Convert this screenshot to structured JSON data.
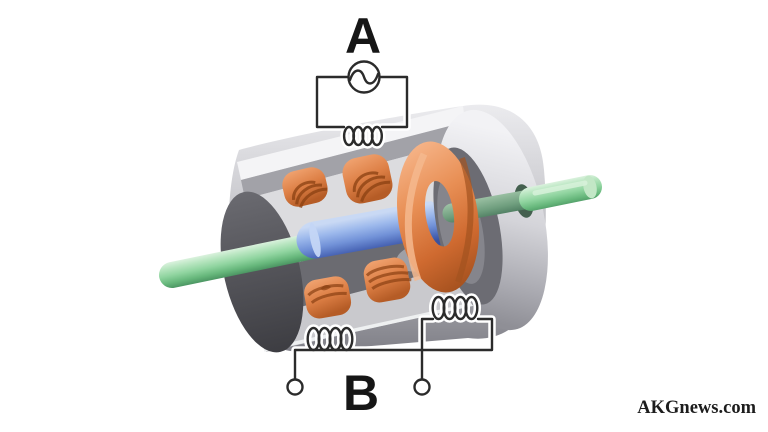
{
  "labels": {
    "excitation": "A",
    "output": "B"
  },
  "watermark": "AKGnews.com",
  "icons": {
    "ac_source": "sine-wave-in-circle",
    "primary_winding": "inductor-coil-loops",
    "secondary_winding_left": "inductor-coil-loops",
    "secondary_winding_right": "inductor-coil-loops",
    "terminal": "open-circle"
  },
  "colors": {
    "background": "#ffffff",
    "line": "#2b2b2b",
    "shaft_green": "#8fd49f",
    "sleeve_blue": "#7292d8",
    "winding_orange": "#dd7f45",
    "housing_gray": "#b9b9bf"
  }
}
